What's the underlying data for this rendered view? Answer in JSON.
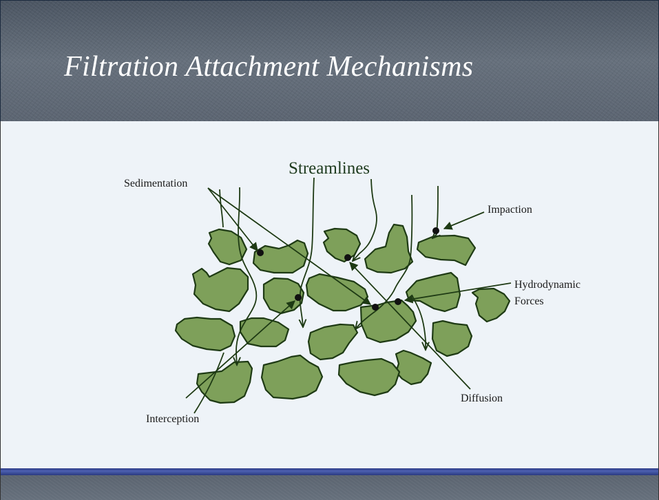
{
  "slide": {
    "title": "Filtration Attachment Mechanisms"
  },
  "diagram": {
    "heading": "Streamlines",
    "labels": {
      "sedimentation": "Sedimentation",
      "impaction": "Impaction",
      "hydrodynamic_line1": "Hydrodynamic",
      "hydrodynamic_line2": "Forces",
      "diffusion": "Diffusion",
      "interception": "Interception"
    },
    "colors": {
      "grain_fill": "#7ea05a",
      "grain_outline": "#1e3a14",
      "title_bar": "#5b6470",
      "content_background": "#eef3f8",
      "divider": "#3f4fa0"
    }
  }
}
